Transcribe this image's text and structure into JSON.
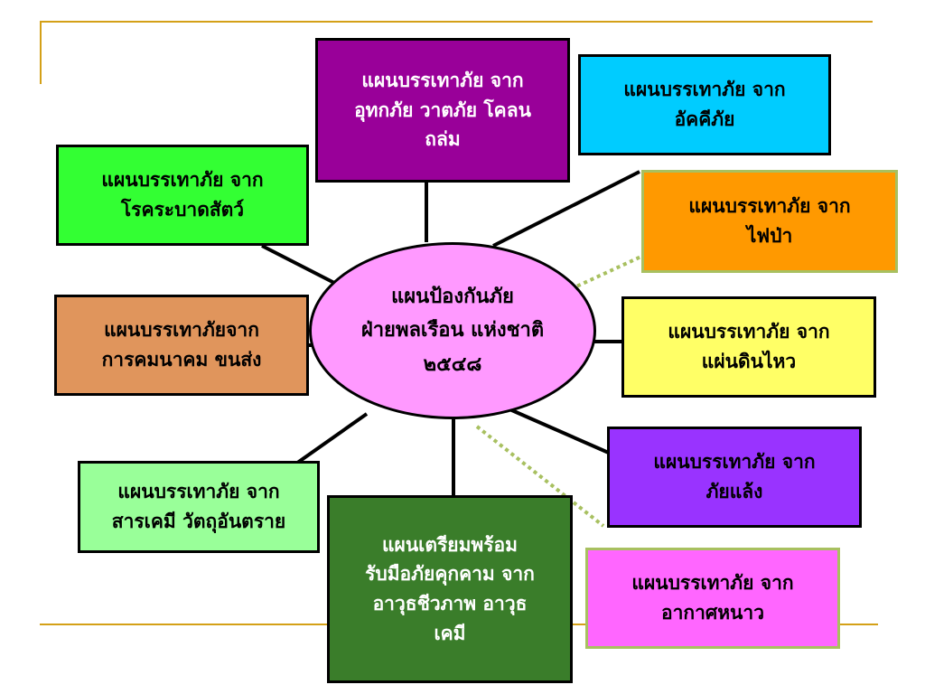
{
  "center": {
    "text": "แผนป้องกันภัย\nฝ่ายพลเรือน แห่งชาติ\n๒๕๔๘",
    "color": "#ff99ff"
  },
  "boxes": {
    "flood": {
      "text": "แผนบรรเทาภัย จาก\nอุทกภัย วาตภัย โคลน\nถล่ม",
      "bg": "#990099",
      "fg": "#ffffff"
    },
    "fire": {
      "text": "แผนบรรเทาภัย จาก\nอัคคีภัย",
      "bg": "#00ccff",
      "fg": "#000000"
    },
    "animal_disease": {
      "text": "แผนบรรเทาภัย จาก\nโรคระบาดสัตว์",
      "bg": "#33ff33",
      "fg": "#000000"
    },
    "forest_fire": {
      "text": "แผนบรรเทาภัย จาก\nไฟป่า",
      "bg": "#ff9900",
      "fg": "#000000"
    },
    "transport": {
      "text": "แผนบรรเทาภัยจาก\nการคมนาคม ขนส่ง",
      "bg": "#e0955c",
      "fg": "#000000"
    },
    "earthquake": {
      "text": "แผนบรรเทาภัย จาก\nแผ่นดินไหว",
      "bg": "#ffff66",
      "fg": "#000000"
    },
    "drought": {
      "text": "แผนบรรเทาภัย จาก\nภัยแล้ง",
      "bg": "#9933ff",
      "fg": "#000000"
    },
    "chemical": {
      "text": "แผนบรรเทาภัย  จาก\nสารเคมี วัตถุอันตราย",
      "bg": "#99ff99",
      "fg": "#000000"
    },
    "threat": {
      "text": "แผนเตรียมพร้อม\nรับมือภัยคุกคาม จาก\nอาวุธชีวภาพ  อาวุธ\nเคมี",
      "bg": "#3a7d2a",
      "fg": "#ffffff"
    },
    "cold": {
      "text": "แผนบรรเทาภัย จาก\nอากาศหนาว",
      "bg": "#ff66ff",
      "fg": "#000000"
    }
  },
  "colors": {
    "frame_line": "#d4a017",
    "solid_connector": "#000000",
    "dotted_connector": "#a8c060"
  }
}
